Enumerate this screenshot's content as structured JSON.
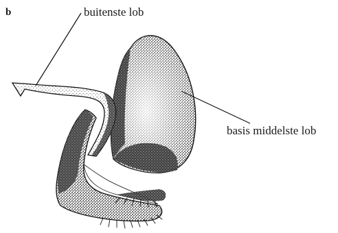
{
  "figure": {
    "panel_letter": "b",
    "labels": {
      "outer_lobe": "buitenste lob",
      "middle_lobe_base": "basis middelste lob"
    }
  }
}
